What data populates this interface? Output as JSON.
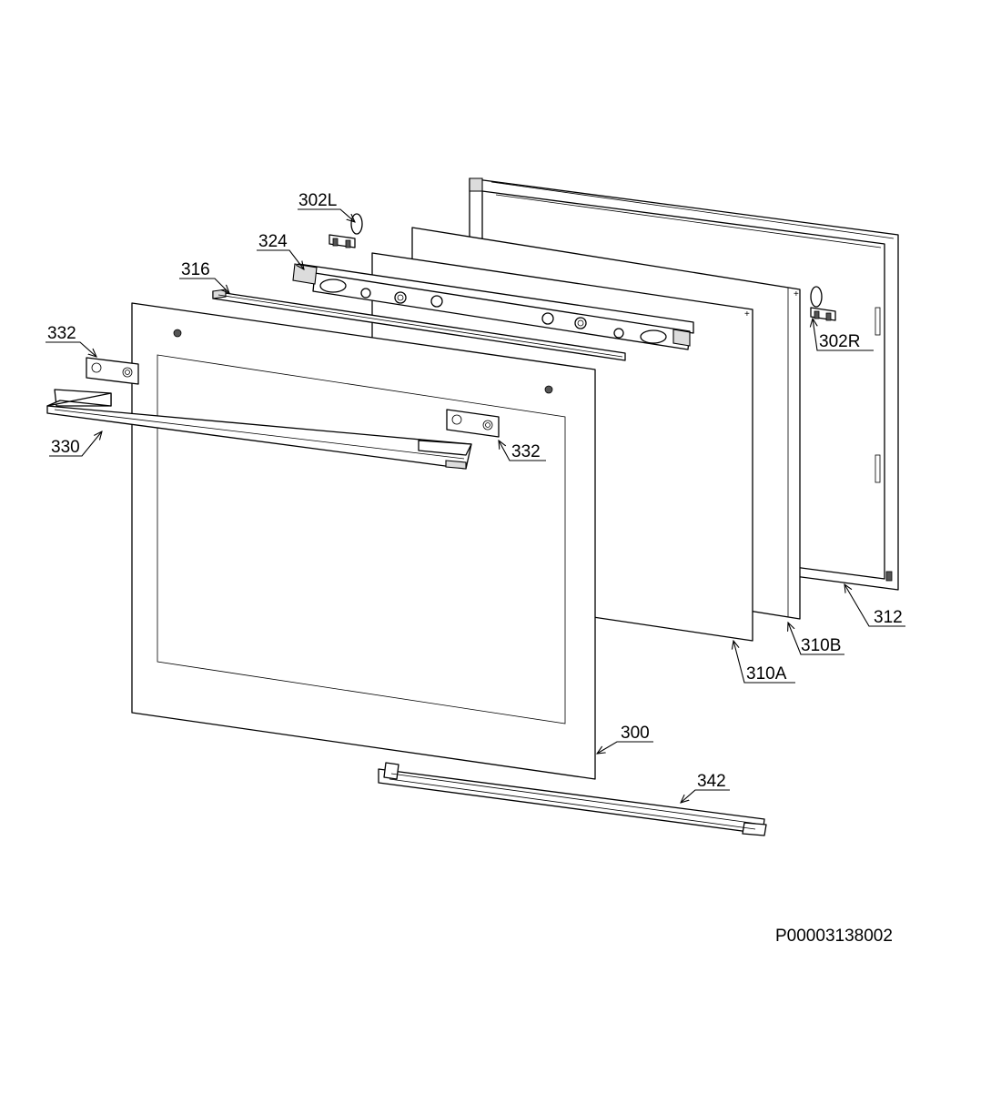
{
  "diagram": {
    "code": "P00003138002",
    "callouts": {
      "c302L": "302L",
      "c324": "324",
      "c316": "316",
      "c332a": "332",
      "c330": "330",
      "c332b": "332",
      "c302R": "302R",
      "c312": "312",
      "c310B": "310B",
      "c310A": "310A",
      "c300": "300",
      "c342": "342"
    }
  }
}
